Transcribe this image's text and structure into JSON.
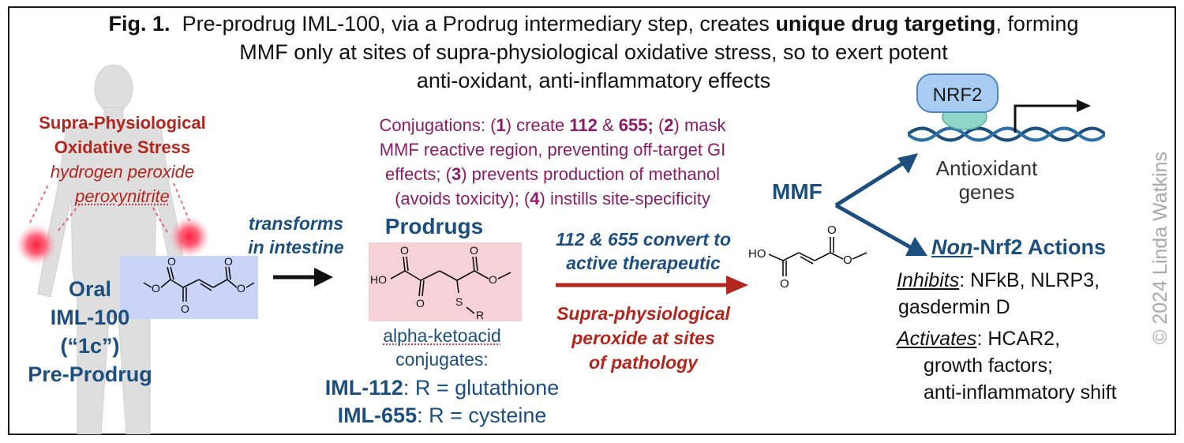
{
  "title": {
    "figure_label": "Fig. 1.",
    "text_part1": "Pre-prodrug IML-100, via a Prodrug intermediary step, creates",
    "bold_phrase": "unique drug targeting",
    "text_part2": ", forming",
    "line2": "MMF only at sites of supra-physiological oxidative stress, so to exert potent",
    "line3": "anti-oxidant, anti-inflammatory effects"
  },
  "stress": {
    "heading_line1": "Supra-Physiological",
    "heading_line2": "Oxidative Stress",
    "agent1": "hydrogen peroxide",
    "agent2": "peroxynitrite"
  },
  "oral": {
    "line1": "Oral",
    "line2": "IML-100",
    "line3": "(“1c”)",
    "line4": "Pre-Prodrug"
  },
  "transforms": {
    "line1": "transforms",
    "line2": "in intestine"
  },
  "conjugations": {
    "line1_a": "Conjugations: (",
    "n1": "1",
    "line1_b": ") create ",
    "c112": "112",
    "amp": " & ",
    "c655": "655;",
    "line1_c": " (",
    "n2": "2",
    "line1_d": ") mask",
    "line2": "MMF reactive region, preventing off-target GI",
    "line3_a": "effects; (",
    "n3": "3",
    "line3_b": ") prevents production of methanol",
    "line4_a": "(avoids toxicity);  (",
    "n4": "4",
    "line4_b": ") instills site-specificity"
  },
  "prodrugs": {
    "heading": "Prodrugs",
    "desc1": "alpha-ketoacid",
    "desc2": "conjugates:",
    "iml112_label": "IML-112",
    "iml112_value": ": R = glutathione",
    "iml655_label": "IML-655",
    "iml655_value": ": R = cysteine"
  },
  "structures": {
    "iml100": {
      "o_top_left": "O",
      "o_top_right": "O",
      "o_bottom": "O",
      "o_methoxy1": "O",
      "o_methoxy2": "O"
    },
    "prodrug": {
      "ho": "HO",
      "o1": "O",
      "o2": "O",
      "o3": "O",
      "o4": "O",
      "s": "S",
      "r": "R"
    },
    "mmf": {
      "ho": "HO",
      "o1": "O",
      "o2": "O",
      "o3": "O"
    }
  },
  "conversion": {
    "line1": "112 & 655 convert to",
    "line2": "active therapeutic",
    "sub1": "Supra-physiological",
    "sub2": "peroxide at sites",
    "sub3": "of pathology"
  },
  "mmf": {
    "label": "MMF"
  },
  "nrf2": {
    "protein": "NRF2",
    "genes_line1": "Antioxidant",
    "genes_line2": "genes"
  },
  "non_nrf2": {
    "heading_non": "Non",
    "heading_rest": "-Nrf2 Actions",
    "inhibits_label": "Inhibits",
    "inhibits_text": ": NFkB, NLRP3,",
    "inhibits_line2": "gasdermin D",
    "activates_label": "Activates",
    "activates_text": ": HCAR2,",
    "activates_line2": "growth factors;",
    "activates_line3": "anti-inflammatory shift"
  },
  "watermark": "© 2024 Linda Watkins",
  "colors": {
    "blue": "#1d4f7e",
    "red": "#b3261e",
    "purple": "#8a1c68",
    "structure_box_blue": "#c9d4f7",
    "structure_box_pink": "#f6d2d8"
  },
  "icons": [
    "human-body-figure",
    "inflammation-glow",
    "dna-helix",
    "nrf2-protein",
    "transcription-arrow"
  ]
}
